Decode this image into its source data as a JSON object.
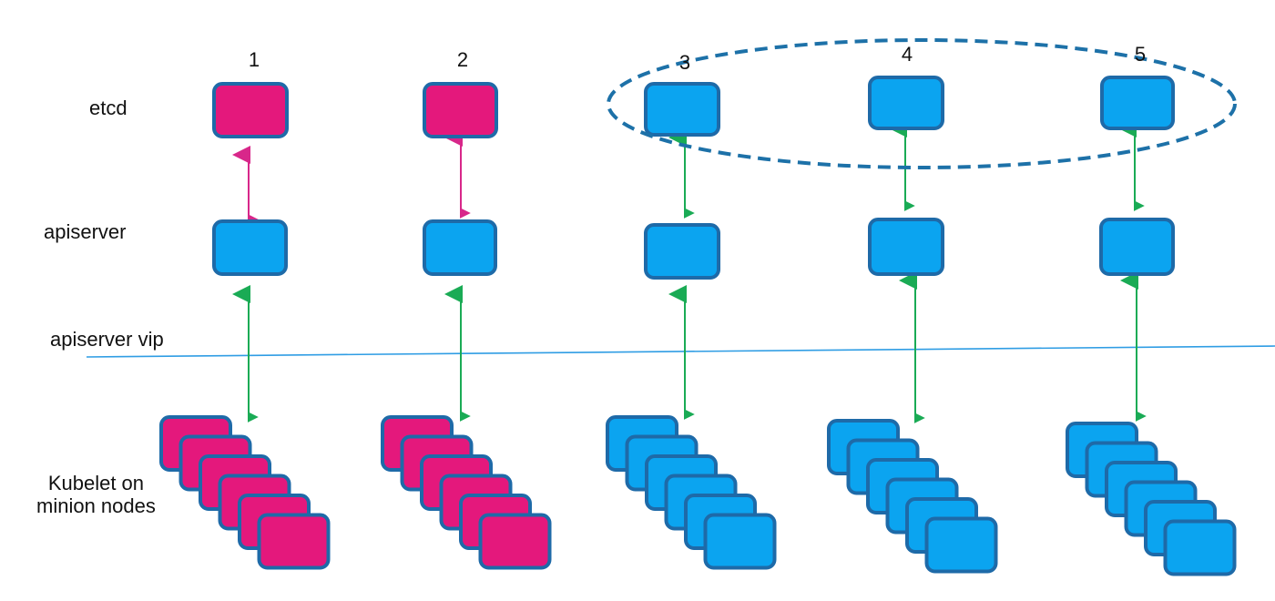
{
  "colors": {
    "failed": "#e4187c",
    "healthy": "#0ba4f0",
    "border": "#1e6aa8",
    "arrow_ok": "#1aab55",
    "arrow_failed": "#d8278a",
    "vip_line": "#2f9de4",
    "cluster_ring": "#1d71a8"
  },
  "row_labels": {
    "etcd": "etcd",
    "apiserver": "apiserver",
    "vip": "apiserver vip",
    "kubelet": "Kubelet on\nminion nodes"
  },
  "columns": [
    {
      "number": "1",
      "state": "failed"
    },
    {
      "number": "2",
      "state": "failed"
    },
    {
      "number": "3",
      "state": "healthy"
    },
    {
      "number": "4",
      "state": "healthy"
    },
    {
      "number": "5",
      "state": "healthy"
    }
  ],
  "etcd_cluster_members": [
    "3",
    "4",
    "5"
  ],
  "kubelet_nodes_per_column": 6
}
